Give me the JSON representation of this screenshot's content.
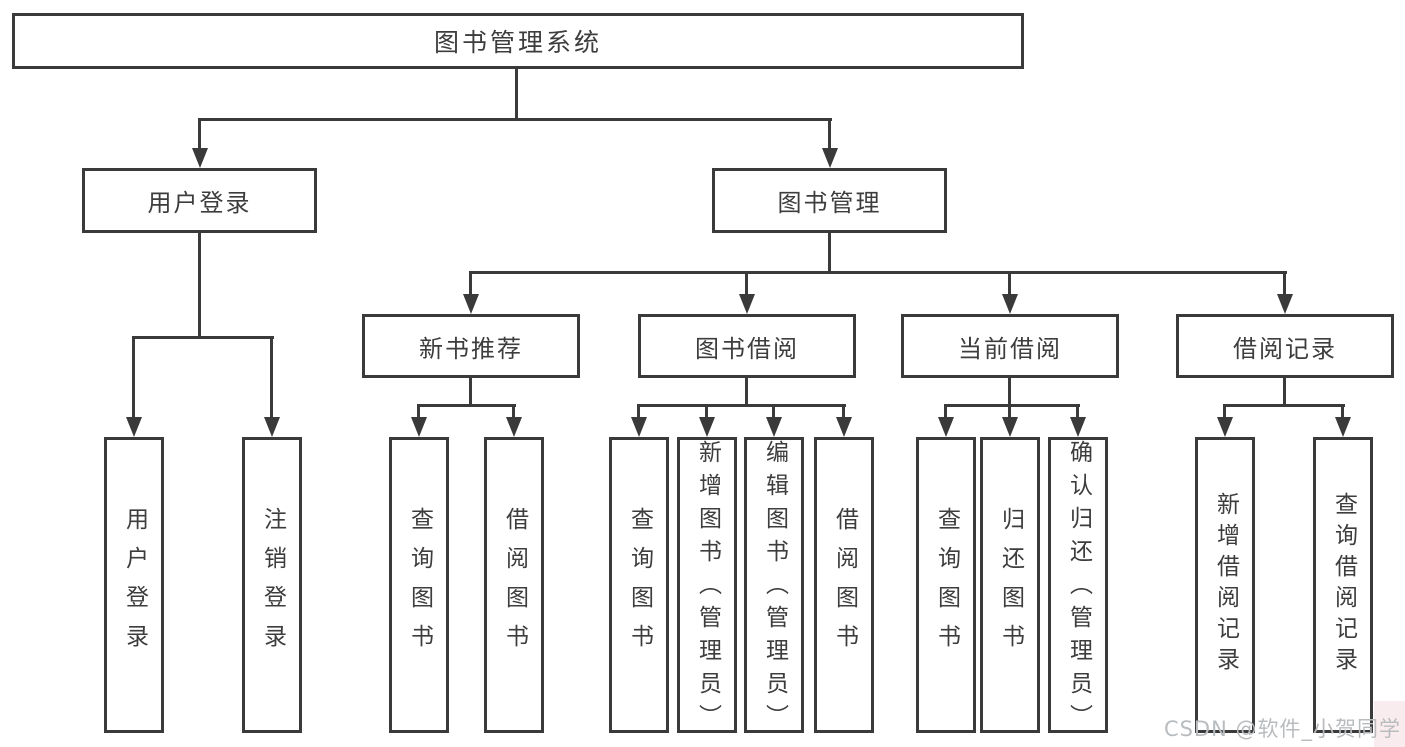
{
  "tree": {
    "root": {
      "label": "图书管理系统",
      "children": [
        {
          "label": "用户登录",
          "children": [
            {
              "label": "用户登录"
            },
            {
              "label": "注销登录"
            }
          ]
        },
        {
          "label": "图书管理",
          "children": [
            {
              "label": "新书推荐",
              "children": [
                {
                  "label": "查询图书"
                },
                {
                  "label": "借阅图书"
                }
              ]
            },
            {
              "label": "图书借阅",
              "children": [
                {
                  "label": "查询图书"
                },
                {
                  "label": "新增图书（管理员）"
                },
                {
                  "label": "编辑图书（管理员）"
                },
                {
                  "label": "借阅图书"
                }
              ]
            },
            {
              "label": "当前借阅",
              "children": [
                {
                  "label": "查询图书"
                },
                {
                  "label": "归还图书"
                },
                {
                  "label": "确认归还（管理员）"
                }
              ]
            },
            {
              "label": "借阅记录",
              "children": [
                {
                  "label": "新增借阅记录"
                },
                {
                  "label": "查询借阅记录"
                }
              ]
            }
          ]
        }
      ]
    }
  },
  "watermark": {
    "text": "CSDN @软件_小贺同学"
  },
  "colors": {
    "line": "#3a3a3a",
    "text": "#3d3d3d",
    "watermark": "#b9bcbf",
    "background": "#ffffff"
  }
}
